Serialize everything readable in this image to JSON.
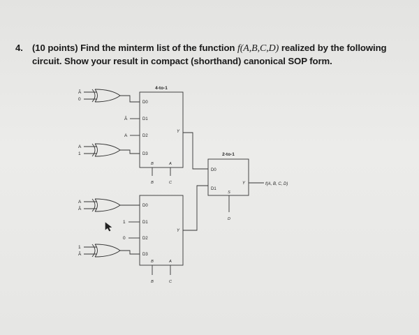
{
  "question": {
    "number": "4.",
    "points": "(10 points)",
    "line1_start": "Find the minterm list of the function",
    "function": "f(A,B,C,D)",
    "line1_end": "realized by the",
    "line2": "following circuit.  Show your result in compact (shorthand) canonical SOP form."
  },
  "circuit": {
    "mux_top_title": "4-to-1",
    "mux_final_title": "2-to-1",
    "data_inputs": [
      "D0",
      "D1",
      "D2",
      "D3"
    ],
    "select_labels": [
      "B",
      "A"
    ],
    "select_signals": [
      "B",
      "C"
    ],
    "output_label": "Y",
    "final_inputs": [
      "D0",
      "D1"
    ],
    "final_select": "S",
    "final_select_signal": "D",
    "function_output": "f(A, B, C, D)",
    "top_direct_inputs": [
      "Ā",
      "A"
    ],
    "bottom_direct_inputs": [
      "1",
      "0"
    ],
    "xor_gates": [
      {
        "in1": "Ā",
        "in2": "0"
      },
      {
        "in1": "A",
        "in2": "1"
      },
      {
        "in1": "A",
        "in2": "Ā"
      },
      {
        "in1": "1",
        "in2": "Ā"
      }
    ]
  }
}
